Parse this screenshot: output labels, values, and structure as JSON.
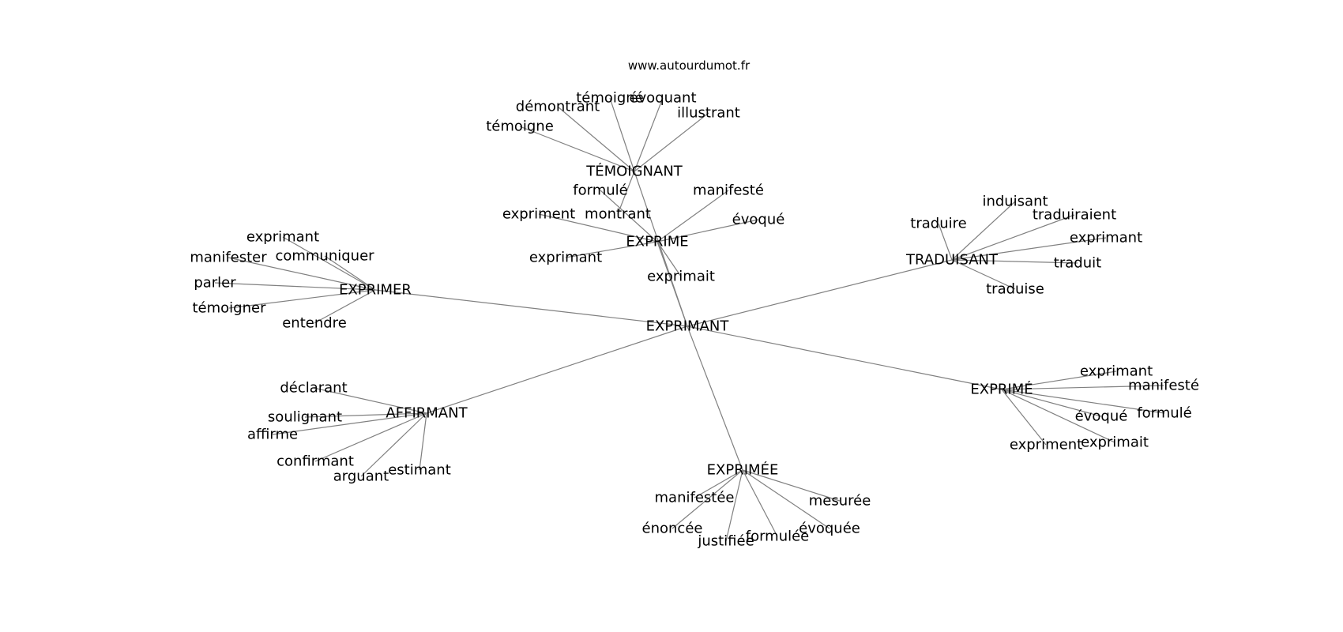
{
  "watermark": "www.autourdumot.fr",
  "center": "EXPRIMANT",
  "clusters": [
    {
      "id": "temoignant",
      "hub": "TÉMOIGNANT",
      "leaves": [
        "témoigne",
        "démontrant",
        "témoigné",
        "évoquant",
        "illustrant",
        "montrant"
      ]
    },
    {
      "id": "exprime",
      "hub": "EXPRIME",
      "leaves": [
        "formulé",
        "manifesté",
        "évoqué",
        "expriment",
        "exprimant",
        "exprimait"
      ]
    },
    {
      "id": "exprimer",
      "hub": "EXPRIMER",
      "leaves": [
        "exprimant",
        "communiquer",
        "manifester",
        "parler",
        "témoigner",
        "entendre"
      ]
    },
    {
      "id": "traduisant",
      "hub": "TRADUISANT",
      "leaves": [
        "traduire",
        "induisant",
        "traduiraient",
        "exprimant",
        "traduit",
        "traduise"
      ]
    },
    {
      "id": "affirmant",
      "hub": "AFFIRMANT",
      "leaves": [
        "déclarant",
        "soulignant",
        "affirme",
        "confirmant",
        "arguant",
        "estimant"
      ]
    },
    {
      "id": "exprimee",
      "hub": "EXPRIMÉE",
      "leaves": [
        "manifestée",
        "énoncée",
        "justifiée",
        "formulée",
        "évoquée",
        "mesurée"
      ]
    },
    {
      "id": "exprime2",
      "hub": "EXPRIMÉ",
      "leaves": [
        "exprimant",
        "manifesté",
        "formulé",
        "évoqué",
        "expriment",
        "exprimait"
      ]
    }
  ],
  "colors": {
    "edge": "#808080",
    "text": "#000000",
    "background": "#ffffff"
  }
}
